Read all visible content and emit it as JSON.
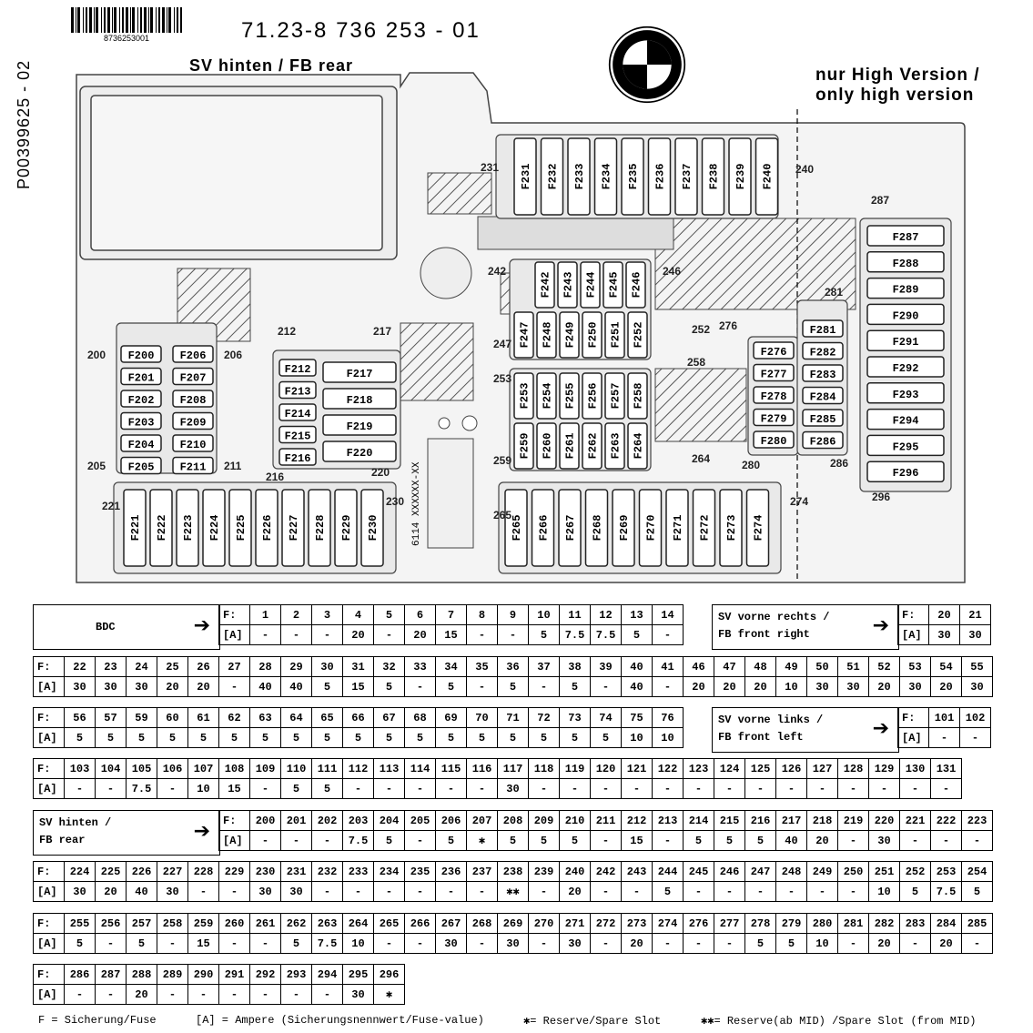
{
  "header": {
    "barcode_number": "8736253001",
    "part_number": "71.23-8 736 253 - 01",
    "box_title": "SV hinten / FB rear",
    "high_version_line1": "nur High Version /",
    "high_version_line2": "only high version",
    "side_code": "P00399625 - 02",
    "logo": "bmw-roundel-icon"
  },
  "diagram": {
    "fuses_left_col": [
      "F200",
      "F201",
      "F202",
      "F203",
      "F204",
      "F205"
    ],
    "fuses_left_col2": [
      "F206",
      "F207",
      "F208",
      "F209",
      "F210",
      "F211"
    ],
    "fuses_212": [
      "F212",
      "F213",
      "F214",
      "F215",
      "F216"
    ],
    "fuses_217": [
      "F217",
      "F218",
      "F219",
      "F220"
    ],
    "fuses_221": [
      "F221",
      "F222",
      "F223",
      "F224",
      "F225",
      "F226",
      "F227",
      "F228",
      "F229",
      "F230"
    ],
    "fuses_231": [
      "F231",
      "F232",
      "F233",
      "F234",
      "F235",
      "F236",
      "F237",
      "F238",
      "F239",
      "F240"
    ],
    "fuses_242": [
      "F242",
      "F243",
      "F244",
      "F245",
      "F246"
    ],
    "fuses_247": [
      "F247",
      "F248",
      "F249",
      "F250",
      "F251",
      "F252"
    ],
    "fuses_253": [
      "F253",
      "F254",
      "F255",
      "F256",
      "F257",
      "F258"
    ],
    "fuses_259": [
      "F259",
      "F260",
      "F261",
      "F262",
      "F263",
      "F264"
    ],
    "fuses_265": [
      "F265",
      "F266",
      "F267",
      "F268",
      "F269",
      "F270",
      "F271",
      "F272",
      "F273",
      "F274"
    ],
    "fuses_276": [
      "F276",
      "F277",
      "F278",
      "F279",
      "F280"
    ],
    "fuses_281": [
      "F281",
      "F282",
      "F283",
      "F284",
      "F285",
      "F286"
    ],
    "fuses_287": [
      "F287",
      "F288",
      "F289",
      "F290",
      "F291",
      "F292",
      "F293",
      "F294",
      "F295",
      "F296"
    ],
    "callouts": [
      "200",
      "205",
      "206",
      "211",
      "212",
      "217",
      "216",
      "220",
      "221",
      "230",
      "231",
      "240",
      "242",
      "246",
      "247",
      "252",
      "253",
      "258",
      "259",
      "264",
      "265",
      "274",
      "276",
      "280",
      "281",
      "286",
      "287",
      "296"
    ],
    "housing_code": "6114 XXXXXX-XX"
  },
  "tables": {
    "bdc": {
      "label": "BDC",
      "f_label": "F:",
      "a_label": "[A]",
      "fuses": [
        "1",
        "2",
        "3",
        "4",
        "5",
        "6",
        "7",
        "8",
        "9",
        "10",
        "11",
        "12",
        "13",
        "14"
      ],
      "amps": [
        "-",
        "-",
        "-",
        "20",
        "-",
        "20",
        "15",
        "-",
        "-",
        "5",
        "7.5",
        "7.5",
        "5",
        "-"
      ]
    },
    "sv_vorne_rechts": {
      "label1": "SV vorne rechts /",
      "label2": "FB front right",
      "f_label": "F:",
      "a_label": "[A]",
      "fuses": [
        "20",
        "21"
      ],
      "amps": [
        "30",
        "30"
      ]
    },
    "row22": {
      "f_label": "F:",
      "a_label": "[A]",
      "fuses": [
        "22",
        "23",
        "24",
        "25",
        "26",
        "27",
        "28",
        "29",
        "30",
        "31",
        "32",
        "33",
        "34",
        "35",
        "36",
        "37",
        "38",
        "39",
        "40",
        "41",
        "46",
        "47",
        "48",
        "49",
        "50",
        "51",
        "52",
        "53",
        "54",
        "55"
      ],
      "amps": [
        "30",
        "30",
        "30",
        "20",
        "20",
        "-",
        "40",
        "40",
        "5",
        "15",
        "5",
        "-",
        "5",
        "-",
        "5",
        "-",
        "5",
        "-",
        "40",
        "-",
        "20",
        "20",
        "20",
        "10",
        "30",
        "30",
        "20",
        "30",
        "20",
        "30"
      ]
    },
    "row56": {
      "f_label": "F:",
      "a_label": "[A]",
      "fuses": [
        "56",
        "57",
        "59",
        "60",
        "61",
        "62",
        "63",
        "64",
        "65",
        "66",
        "67",
        "68",
        "69",
        "70",
        "71",
        "72",
        "73",
        "74",
        "75",
        "76"
      ],
      "amps": [
        "5",
        "5",
        "5",
        "5",
        "5",
        "5",
        "5",
        "5",
        "5",
        "5",
        "5",
        "5",
        "5",
        "5",
        "5",
        "5",
        "5",
        "5",
        "10",
        "10"
      ]
    },
    "sv_vorne_links": {
      "label1": "SV vorne links /",
      "label2": "FB front left",
      "f_label": "F:",
      "a_label": "[A]",
      "fuses": [
        "101",
        "102"
      ],
      "amps": [
        "-",
        "-"
      ]
    },
    "row103": {
      "f_label": "F:",
      "a_label": "[A]",
      "fuses": [
        "103",
        "104",
        "105",
        "106",
        "107",
        "108",
        "109",
        "110",
        "111",
        "112",
        "113",
        "114",
        "115",
        "116",
        "117",
        "118",
        "119",
        "120",
        "121",
        "122",
        "123",
        "124",
        "125",
        "126",
        "127",
        "128",
        "129",
        "130",
        "131"
      ],
      "amps": [
        "-",
        "-",
        "7.5",
        "-",
        "10",
        "15",
        "-",
        "5",
        "5",
        "-",
        "-",
        "-",
        "-",
        "-",
        "30",
        "-",
        "-",
        "-",
        "-",
        "-",
        "-",
        "-",
        "-",
        "-",
        "-",
        "-",
        "-",
        "-",
        "-"
      ]
    },
    "sv_hinten": {
      "label1": "SV hinten /",
      "label2": "FB rear",
      "f_label": "F:",
      "a_label": "[A]",
      "fuses": [
        "200",
        "201",
        "202",
        "203",
        "204",
        "205",
        "206",
        "207",
        "208",
        "209",
        "210",
        "211",
        "212",
        "213",
        "214",
        "215",
        "216",
        "217",
        "218",
        "219",
        "220",
        "221",
        "222",
        "223"
      ],
      "amps": [
        "-",
        "-",
        "-",
        "7.5",
        "5",
        "-",
        "5",
        "✱",
        "5",
        "5",
        "5",
        "-",
        "15",
        "-",
        "5",
        "5",
        "5",
        "40",
        "20",
        "-",
        "30",
        "-",
        "-",
        "-"
      ]
    },
    "row224": {
      "f_label": "F:",
      "a_label": "[A]",
      "fuses": [
        "224",
        "225",
        "226",
        "227",
        "228",
        "229",
        "230",
        "231",
        "232",
        "233",
        "234",
        "235",
        "236",
        "237",
        "238",
        "239",
        "240",
        "242",
        "243",
        "244",
        "245",
        "246",
        "247",
        "248",
        "249",
        "250",
        "251",
        "252",
        "253",
        "254"
      ],
      "amps": [
        "30",
        "20",
        "40",
        "30",
        "-",
        "-",
        "30",
        "30",
        "-",
        "-",
        "-",
        "-",
        "-",
        "-",
        "✱✱",
        "-",
        "20",
        "-",
        "-",
        "5",
        "-",
        "-",
        "-",
        "-",
        "-",
        "-",
        "10",
        "5",
        "7.5",
        "5"
      ]
    },
    "row255": {
      "f_label": "F:",
      "a_label": "[A]",
      "fuses": [
        "255",
        "256",
        "257",
        "258",
        "259",
        "260",
        "261",
        "262",
        "263",
        "264",
        "265",
        "266",
        "267",
        "268",
        "269",
        "270",
        "271",
        "272",
        "273",
        "274",
        "276",
        "277",
        "278",
        "279",
        "280",
        "281",
        "282",
        "283",
        "284",
        "285"
      ],
      "amps": [
        "5",
        "-",
        "5",
        "-",
        "15",
        "-",
        "-",
        "5",
        "7.5",
        "10",
        "-",
        "-",
        "30",
        "-",
        "30",
        "-",
        "30",
        "-",
        "20",
        "-",
        "-",
        "-",
        "5",
        "5",
        "10",
        "-",
        "20",
        "-",
        "20",
        "-"
      ]
    },
    "row286": {
      "f_label": "F:",
      "a_label": "[A]",
      "fuses": [
        "286",
        "287",
        "288",
        "289",
        "290",
        "291",
        "292",
        "293",
        "294",
        "295",
        "296"
      ],
      "amps": [
        "-",
        "-",
        "20",
        "-",
        "-",
        "-",
        "-",
        "-",
        "-",
        "30",
        "✱"
      ]
    }
  },
  "legend": {
    "fuse": "F = Sicherung/Fuse",
    "ampere": "[A] = Ampere (Sicherungsnennwert/Fuse-value)",
    "reserve": "✱= Reserve/Spare Slot",
    "reserve_mid": "✱✱= Reserve(ab MID) /Spare Slot (from MID)"
  }
}
